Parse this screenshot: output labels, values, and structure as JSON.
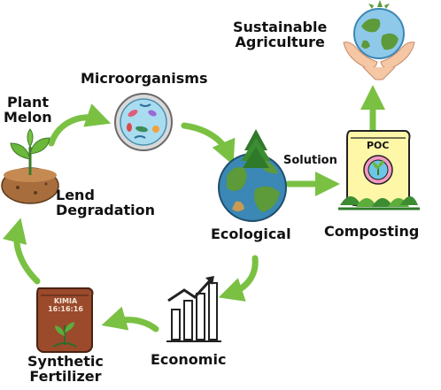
{
  "labels": {
    "sustainable": [
      "Sustainable",
      "Agriculture"
    ],
    "microorganisms": "Microorganisms",
    "plant_melon": [
      "Plant",
      "Melon"
    ],
    "lend_degradation": [
      "Lend",
      "Degradation"
    ],
    "solution": "Solution",
    "ecological": "Ecological",
    "composting": "Composting",
    "economic": "Economic",
    "synthetic_fertilizer": [
      "Synthetic",
      "Fertilizer"
    ]
  },
  "fertilizer_bag": {
    "brand": "KIMIA",
    "formula": "16:16:16"
  },
  "compost_bag": {
    "label": "POC"
  },
  "colors": {
    "arrow": "#7ac143",
    "bag_brown": "#9b4a2c",
    "compost_yellow": "#fff7a8",
    "ocean": "#3b87b5",
    "land": "#5c9a3a"
  },
  "icons": [
    "hands-globe-icon",
    "petri-dish-icon",
    "sprout-soil-icon",
    "earth-tree-icon",
    "compost-bag-icon",
    "growth-chart-icon",
    "fertilizer-bag-icon"
  ]
}
